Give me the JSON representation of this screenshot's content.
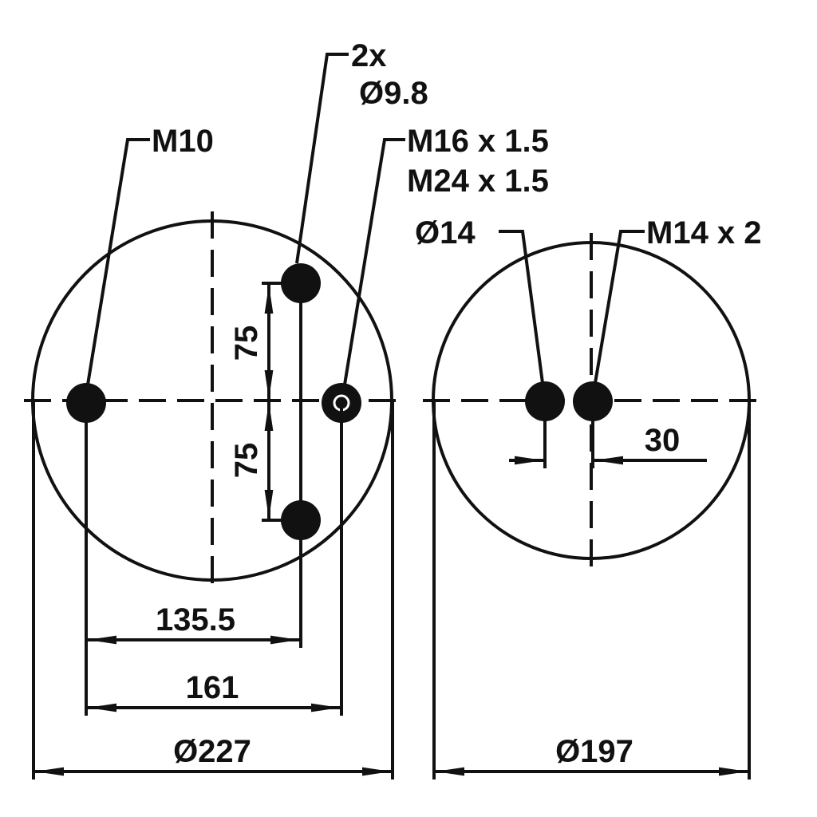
{
  "left_view": {
    "thread_label": "M10",
    "holes_count_label": "2x",
    "holes_dia_label": "Ø9.8",
    "port_label_1": "M16 x 1.5",
    "port_label_2": "M24 x 1.5",
    "spacing_upper": "75",
    "spacing_lower": "75",
    "dim_135": "135.5",
    "dim_161": "161",
    "diameter": "Ø227"
  },
  "right_view": {
    "pin_dia_label": "Ø14",
    "thread_label": "M14 x 2",
    "spacing": "30",
    "diameter": "Ø197"
  },
  "colors": {
    "ink": "#111111",
    "background": "#ffffff"
  }
}
